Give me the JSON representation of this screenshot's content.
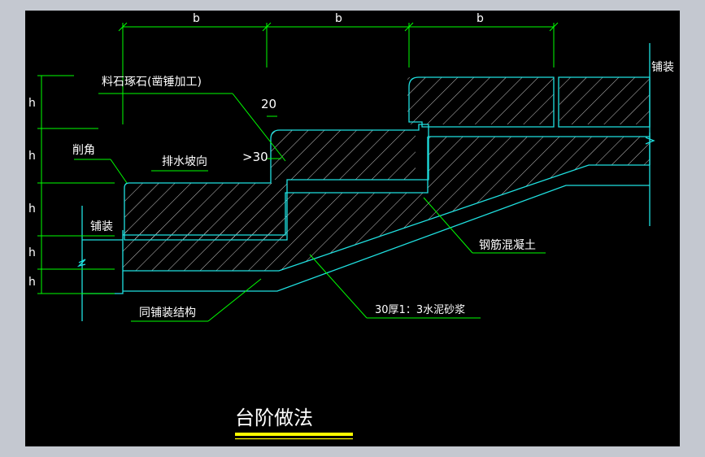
{
  "drawing": {
    "title": "台阶做法",
    "labels": {
      "stone": "料石琢石(凿锤加工)",
      "chamfer": "削角",
      "drain": "排水坡向",
      "paving_left": "铺装",
      "paving_right": "铺装",
      "dim_20": "20",
      "dim_30": ">30",
      "concrete": "钢筋混凝土",
      "mortar": "30厚1：3水泥砂浆",
      "same_paving": "同铺装结构"
    },
    "dims_top": [
      "b",
      "b",
      "b"
    ],
    "dims_left": [
      "h",
      "h",
      "h",
      "h",
      "h"
    ],
    "colors": {
      "background": "#000000",
      "frame": "#c4c8d0",
      "line_cyan": "#1fe0e0",
      "line_green": "#00ff00",
      "text": "#ffffff",
      "underline": "#ffff00"
    }
  }
}
